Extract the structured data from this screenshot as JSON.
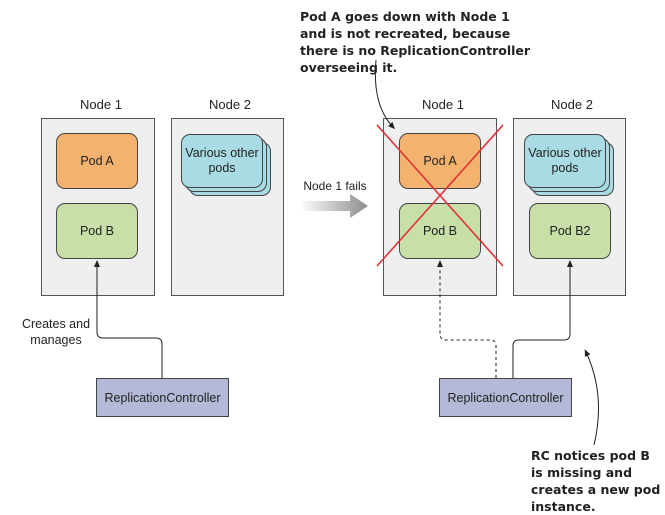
{
  "before": {
    "node1": {
      "label": "Node 1",
      "pods": [
        "Pod A",
        "Pod B"
      ]
    },
    "node2": {
      "label": "Node 2",
      "pods": [
        "Various other pods"
      ]
    },
    "controller": "ReplicationController",
    "edge_label": "Creates and manages"
  },
  "transition": {
    "label": "Node 1 fails"
  },
  "after": {
    "node1": {
      "label": "Node 1",
      "pods": [
        "Pod A",
        "Pod B"
      ],
      "status": "failed"
    },
    "node2": {
      "label": "Node 2",
      "pods": [
        "Various other pods",
        "Pod B2"
      ]
    },
    "controller": "ReplicationController"
  },
  "callouts": {
    "top": "Pod A goes down with Node 1 and is not recreated, because there is no ReplicationController overseeing it.",
    "bottom": "RC notices pod B is missing and creates a new pod instance."
  },
  "colors": {
    "pod_a": "#f4b26f",
    "pod_b": "#c8dfa8",
    "various_pods": "#a8dbe3",
    "controller": "#b3b9d6",
    "node_bg": "#efefef",
    "failure_cross": "#e0323a"
  }
}
